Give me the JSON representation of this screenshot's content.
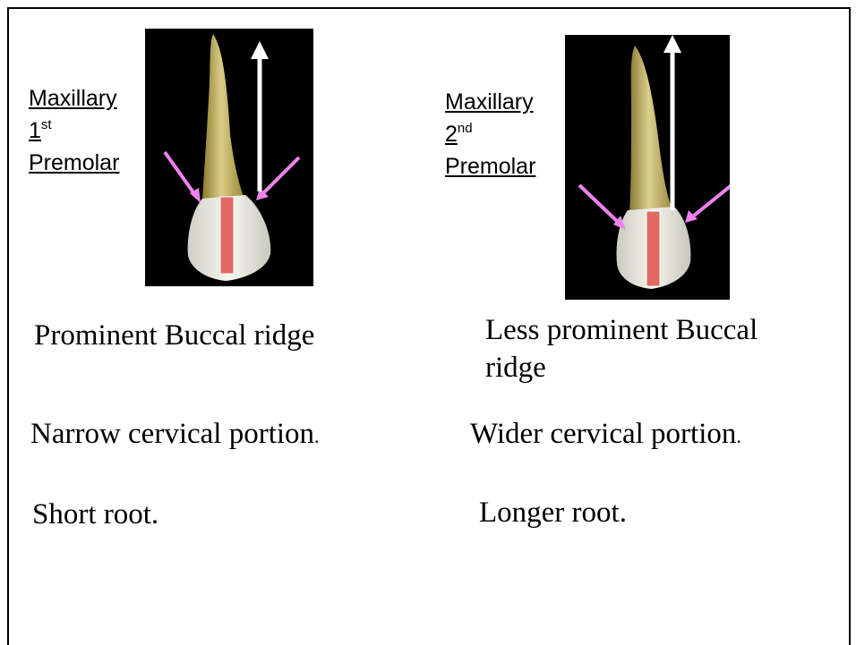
{
  "left": {
    "label": {
      "line1": "Maxillary",
      "number": "1",
      "suffix": "st",
      "line3": "Premolar"
    },
    "features": {
      "ridge": "Prominent Buccal ridge",
      "cervical": "Narrow cervical portion",
      "cervical_period": ".",
      "root": "Short root."
    }
  },
  "right": {
    "label": {
      "line1": "Maxillary",
      "number": "2",
      "suffix": "nd",
      "line3": "Premolar"
    },
    "features": {
      "ridge_line1": "Less prominent Buccal",
      "ridge_line2": "ridge",
      "cervical": "Wider cervical portion",
      "cervical_period": ".",
      "root": "Longer root."
    }
  },
  "colors": {
    "photo_background": "#000000",
    "arrow_magenta": "#ee82ee",
    "arrow_white": "#ffffff",
    "highlight_bar": "#e06a60"
  }
}
